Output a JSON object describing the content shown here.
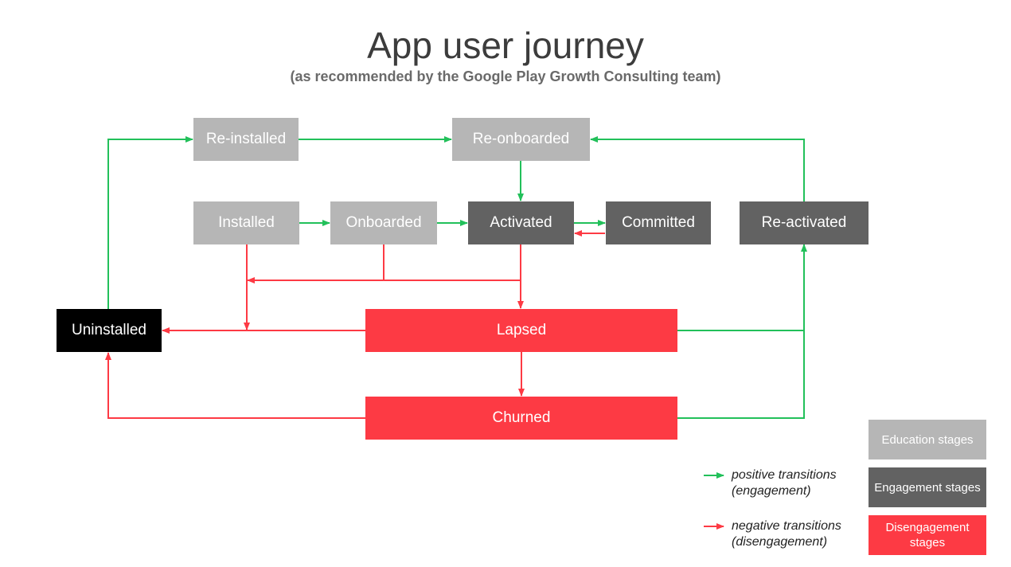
{
  "header": {
    "title": "App user journey",
    "subtitle": "(as recommended by the Google Play Growth Consulting team)"
  },
  "colors": {
    "education": "#b6b6b6",
    "engagement": "#626262",
    "disengagement": "#fd3a44",
    "uninstalled": "#000000",
    "positive_arrow": "#22c05a",
    "negative_arrow": "#fd3a44"
  },
  "nodes": {
    "reinstalled": "Re-installed",
    "reonboarded": "Re-onboarded",
    "installed": "Installed",
    "onboarded": "Onboarded",
    "activated": "Activated",
    "committed": "Committed",
    "reactivated": "Re-activated",
    "uninstalled": "Uninstalled",
    "lapsed": "Lapsed",
    "churned": "Churned"
  },
  "legend": {
    "education": "Education stages",
    "engagement": "Engagement stages",
    "disengagement": "Disengagement stages",
    "positive_line1": "positive transitions",
    "positive_line2": "(engagement)",
    "negative_line1": "negative transitions",
    "negative_line2": "(disengagement)"
  }
}
